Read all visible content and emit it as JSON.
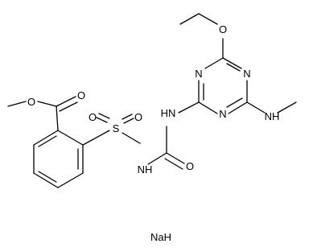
{
  "atoms": {
    "ester_oxygen": "O",
    "carbonyl_oxygen": "O",
    "ethoxy_oxygen": "O",
    "sulfur": "S",
    "sulfonyl_oxygen_left": "O",
    "sulfonyl_oxygen_right": "O",
    "sulfonamide_nh": "NH",
    "urea_nh": "HN",
    "urea_oxygen": "O",
    "triazine_n_top_left": "N",
    "triazine_n_top_right": "N",
    "triazine_n_bottom": "N",
    "methylamino_nh": "NH"
  },
  "counterion": "NaH"
}
